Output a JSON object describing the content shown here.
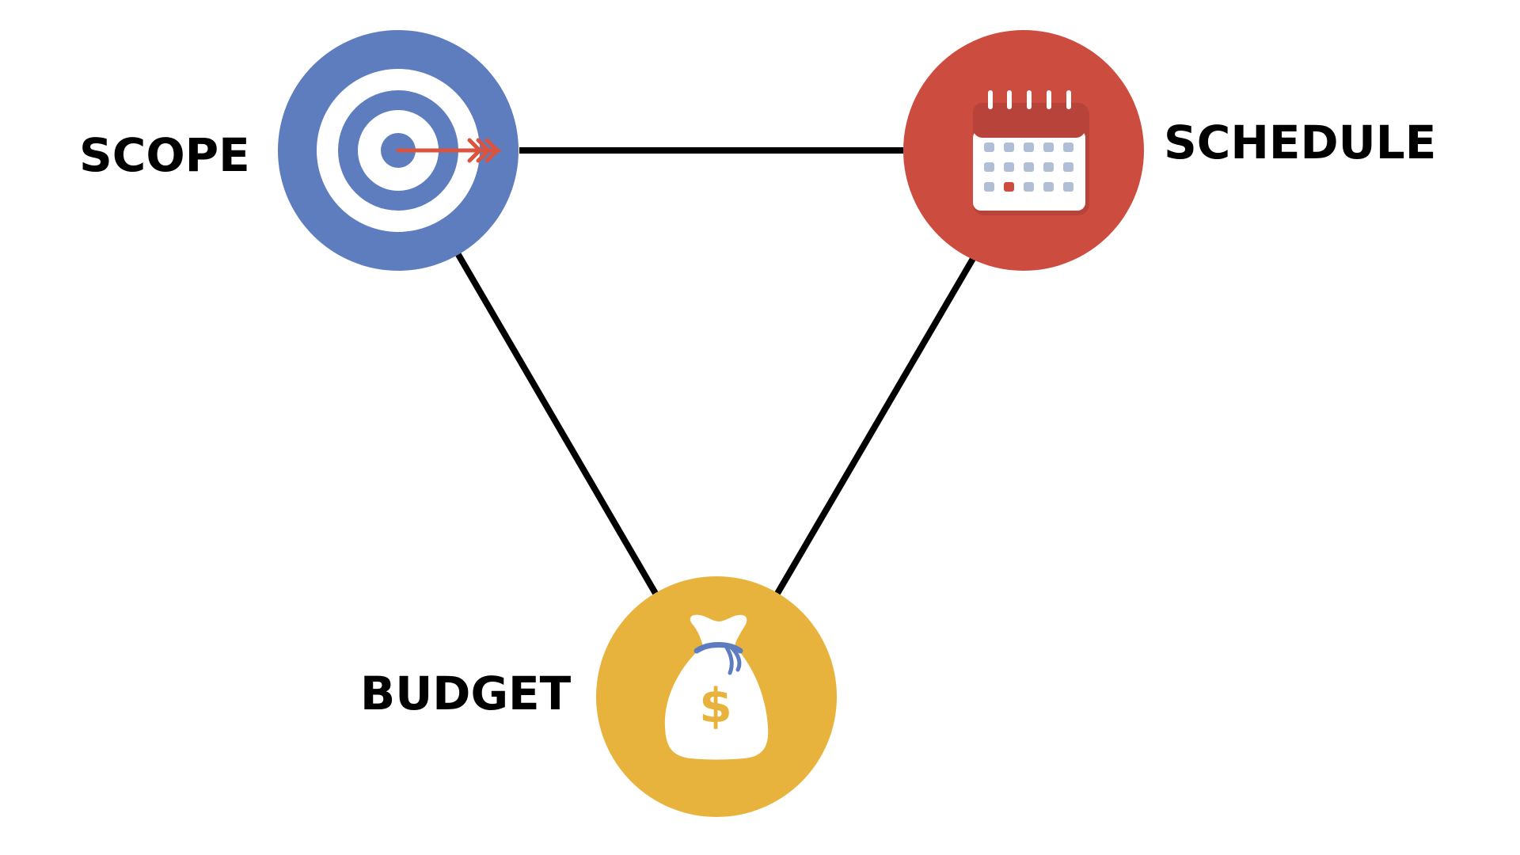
{
  "nodes": {
    "scope": {
      "label": "SCOPE",
      "color": "#5e7dbf",
      "icon": "target-arrow-icon"
    },
    "schedule": {
      "label": "SCHEDULE",
      "color": "#cc4d3f",
      "icon": "calendar-icon"
    },
    "budget": {
      "label": "BUDGET",
      "color": "#e8b33c",
      "icon": "money-bag-icon"
    }
  },
  "edges": [
    {
      "from": "scope",
      "to": "schedule"
    },
    {
      "from": "scope",
      "to": "budget"
    },
    {
      "from": "schedule",
      "to": "budget"
    }
  ],
  "colors": {
    "edge": "#000000",
    "label": "#000000",
    "icon_white": "#ffffff",
    "calendar_header": "#b8433a",
    "calendar_dot": "#b1bfd6",
    "arrow": "#d9533e",
    "bag_tie": "#5e7dbf"
  }
}
